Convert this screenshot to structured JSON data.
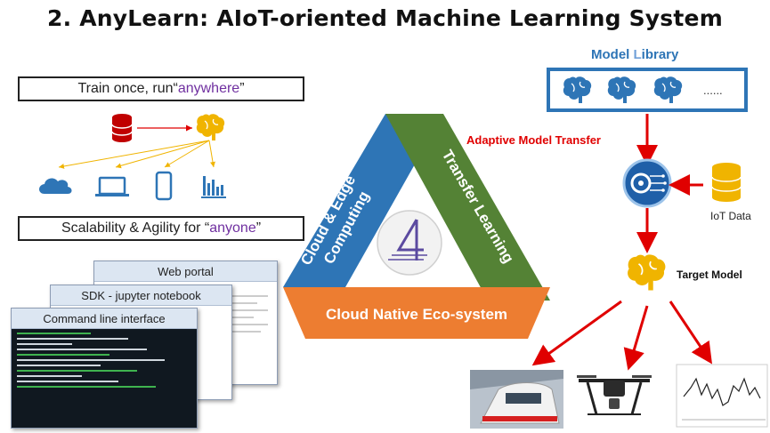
{
  "title": "2. AnyLearn: AIoT-oriented Machine Learning System",
  "left": {
    "train_box": {
      "prefix": "Train once, run“",
      "highlight": "anywhere",
      "suffix": "”"
    },
    "scale_box": {
      "prefix": "Scalability & Agility for “",
      "highlight": "anyone",
      "suffix": "”"
    },
    "windows": {
      "web": "Web portal",
      "sdk": "SDK - jupyter notebook",
      "cli": "Command line interface"
    }
  },
  "center": {
    "left_side": [
      "Cloud & Edge",
      "Computing"
    ],
    "right_side": "Transfer Learning",
    "bottom": "Cloud Native Eco-system"
  },
  "right": {
    "library": {
      "title_a": "Model ",
      "title_b": "L",
      "title_c": "ibrary",
      "ellipsis": "......"
    },
    "transfer_label": "Adaptive Model Transfer",
    "iot_label": "IoT Data",
    "target_label": "Target Model"
  },
  "colors": {
    "accent_blue": "#2e75b6",
    "highlight_purple": "#7030a0",
    "arrow_red": "#e00000",
    "brain_gold": "#f0b400",
    "triangle_blue": "#2e75b6",
    "triangle_green": "#548235",
    "triangle_orange": "#ed7d31"
  }
}
